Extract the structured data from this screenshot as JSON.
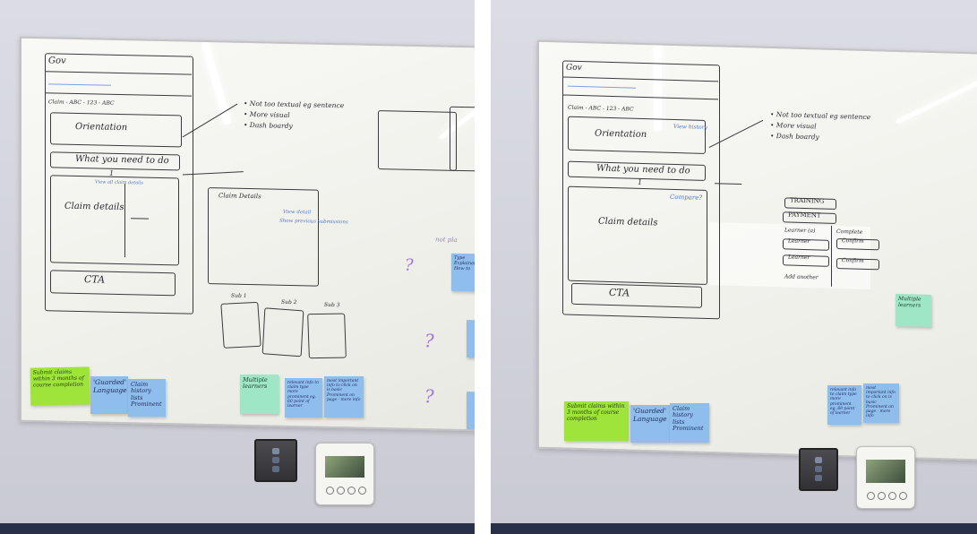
{
  "left": {
    "gov_label": "Gov",
    "claim_line": "Claim - ABC - 123 - ABC",
    "orientation": "Orientation",
    "what_you_need": "What you need to do",
    "sub_num": "1",
    "claim_details": "Claim details",
    "claim_details_small": "View all claim details",
    "cta": "CTA",
    "notes": [
      "• Not too textual eg sentence",
      "• More visual",
      "• Dash boardy"
    ],
    "claim_details_panel": "Claim Details",
    "blue_scribble": "View detail",
    "blue_scribble_2": "Show previous submissions",
    "sketch_labels": [
      "Sub 1",
      "Sub 2",
      "Sub 3"
    ],
    "purple_mark": "not pla",
    "question_marks": [
      "?",
      "?",
      "?"
    ],
    "edge_note": "Type Explained How to",
    "sticky_notes": {
      "green": "Submit claims within 3 months of course completion",
      "blue1": "'Guarded' Language",
      "blue2": "Claim history lists Prominent",
      "mint": "Multiple learners",
      "blue3": "relevant info to claim type more prominent eg. 60 point of learner",
      "blue4": "most important info to click on is basic Prominent on page - more info"
    }
  },
  "right": {
    "gov_label": "Gov",
    "claim_line": "Claim - ABC - 123 - ABC",
    "orientation": "Orientation",
    "view_history": "View history",
    "what_you_need": "What you need to do",
    "sub_num": "1",
    "compare": "Compare?",
    "claim_details": "Claim details",
    "cta": "CTA",
    "notes": [
      "• Not too textual eg sentence",
      "• More visual",
      "• Dash boardy"
    ],
    "table_rows": [
      "TRAINING",
      "PAYMENT"
    ],
    "table_cells": [
      "Learner (a)",
      "Complete",
      "Learner",
      "Confirm",
      "Learner",
      "Confirm"
    ],
    "table_footer": "Add another",
    "question_marks": [
      "?",
      "?",
      "?"
    ],
    "sticky_notes": {
      "green": "Submit claims within 3 months of course completion",
      "blue1": "'Guarded' Language",
      "blue2": "Claim history lists Prominent",
      "mint": "Multiple learners",
      "blue3": "relevant info to claim type more prominent eg. 60 point of learner",
      "blue4": "most important info to click on is basic Prominent on page - more info"
    }
  },
  "colors": {
    "wall": "#d3d4dc",
    "board": "#f3f3ef",
    "ink": "#3a3a3e",
    "blue_ink": "#4d74c9",
    "green_note": "#9ee43a",
    "blue_note": "#8fbdec",
    "mint_note": "#9fe6c6"
  },
  "icons": [
    "light-switch-icon",
    "thermostat-icon"
  ]
}
